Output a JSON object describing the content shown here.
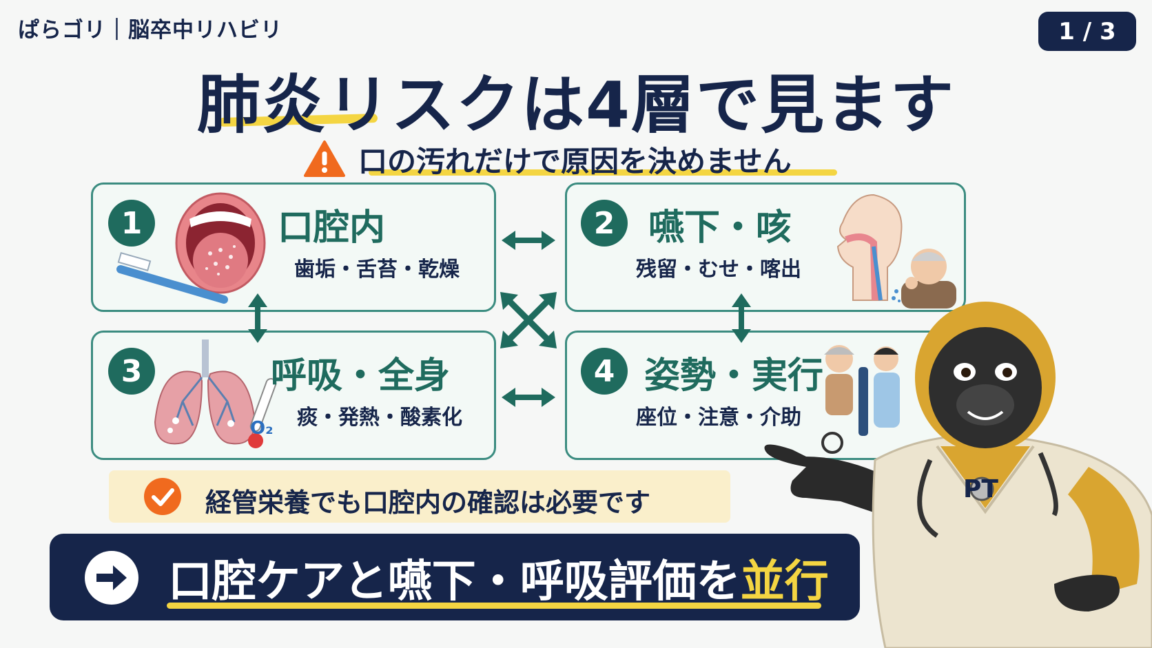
{
  "header": {
    "brand": "ぱらゴリ｜脳卒中リハビリ",
    "page_indicator": "1 / 3"
  },
  "title": "肺炎リスクは4層で見ます",
  "subtitle": "口の汚れだけで原因を決めません",
  "cards": [
    {
      "number": "1",
      "title": "口腔内",
      "subtitle": "歯垢・舌苔・乾燥"
    },
    {
      "number": "2",
      "title": "嚥下・咳",
      "subtitle": "残留・むせ・喀出"
    },
    {
      "number": "3",
      "title": "呼吸・全身",
      "subtitle": "痰・発熱・酸素化"
    },
    {
      "number": "4",
      "title": "姿勢・実行",
      "subtitle": "座位・注意・介助"
    }
  ],
  "icons": {
    "oxygen_label": "O₂",
    "mascot_badge": "PT"
  },
  "note": "経管栄養でも口腔内の確認は必要です",
  "banner": {
    "text_main": "口腔ケアと嚥下・呼吸評価を",
    "text_highlight": "並行"
  },
  "colors": {
    "navy": "#16254a",
    "teal": "#1f6b5e",
    "yellow": "#f4d542",
    "orange": "#f06a1e"
  }
}
